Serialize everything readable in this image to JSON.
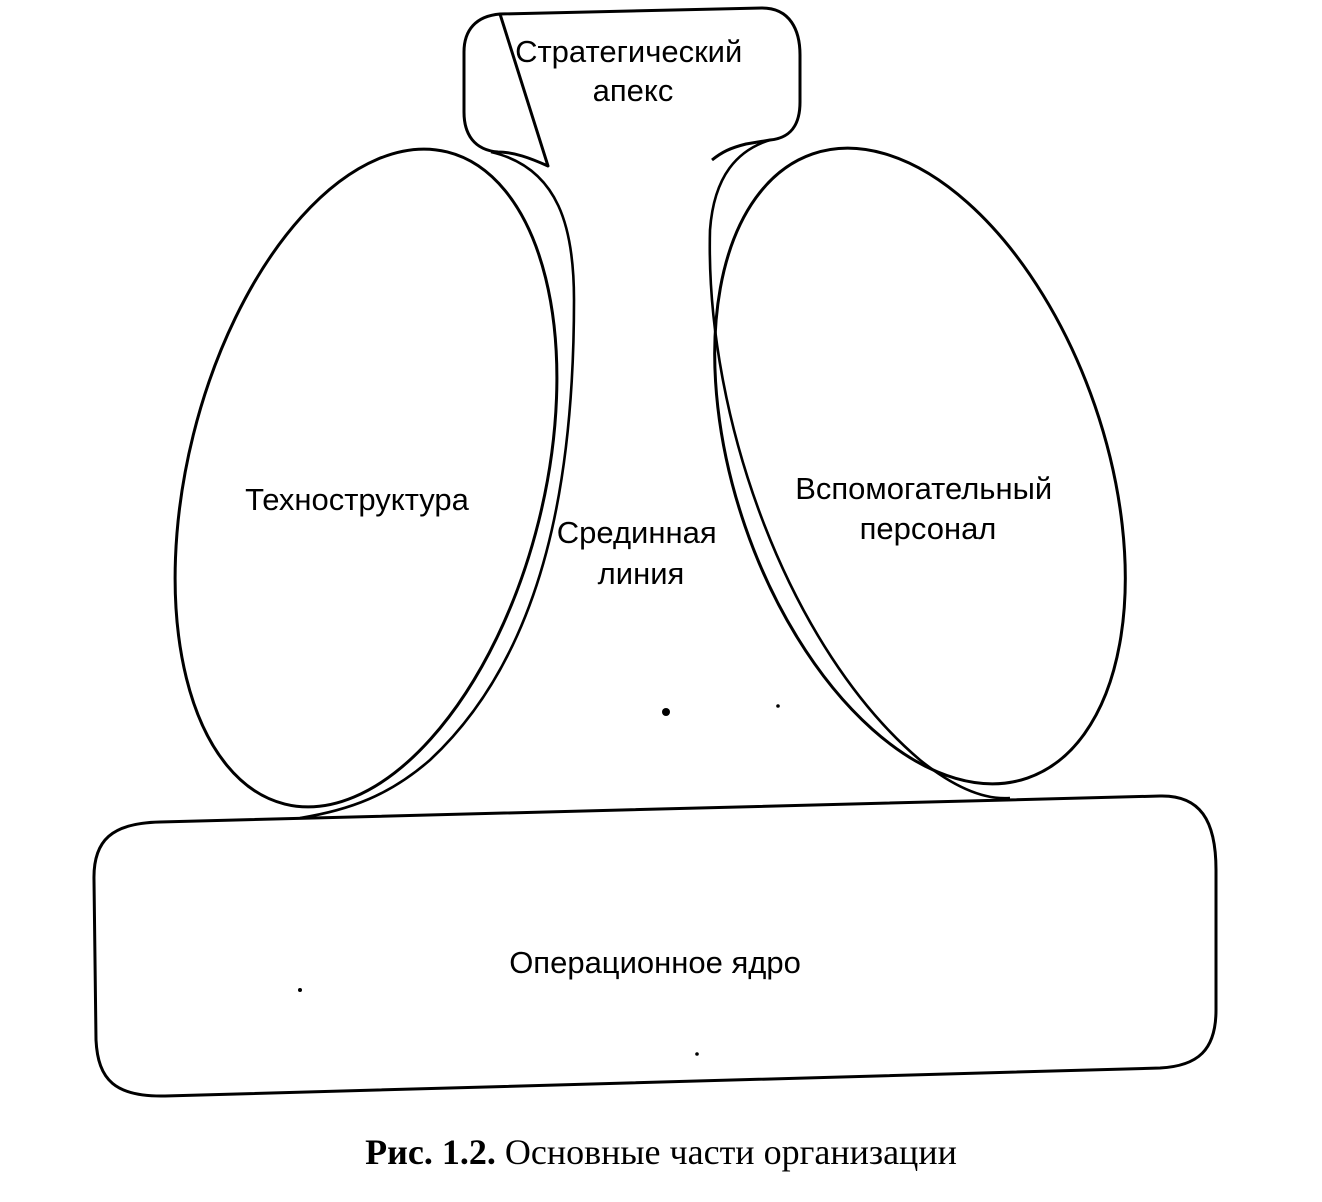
{
  "diagram": {
    "nodes": {
      "strategic_apex": {
        "lines": [
          "Стратегический",
          "апекс"
        ]
      },
      "technostructure": {
        "lines": [
          "Техноструктура"
        ]
      },
      "middle_line": {
        "lines": [
          "Срединная",
          "линия"
        ]
      },
      "support_staff": {
        "lines": [
          "Вспомогательный",
          "персонал"
        ]
      },
      "operating_core": {
        "lines": [
          "Операционное ядро"
        ]
      }
    }
  },
  "caption": {
    "figure_number": "Рис. 1.2.",
    "text": "Основные части организации"
  }
}
